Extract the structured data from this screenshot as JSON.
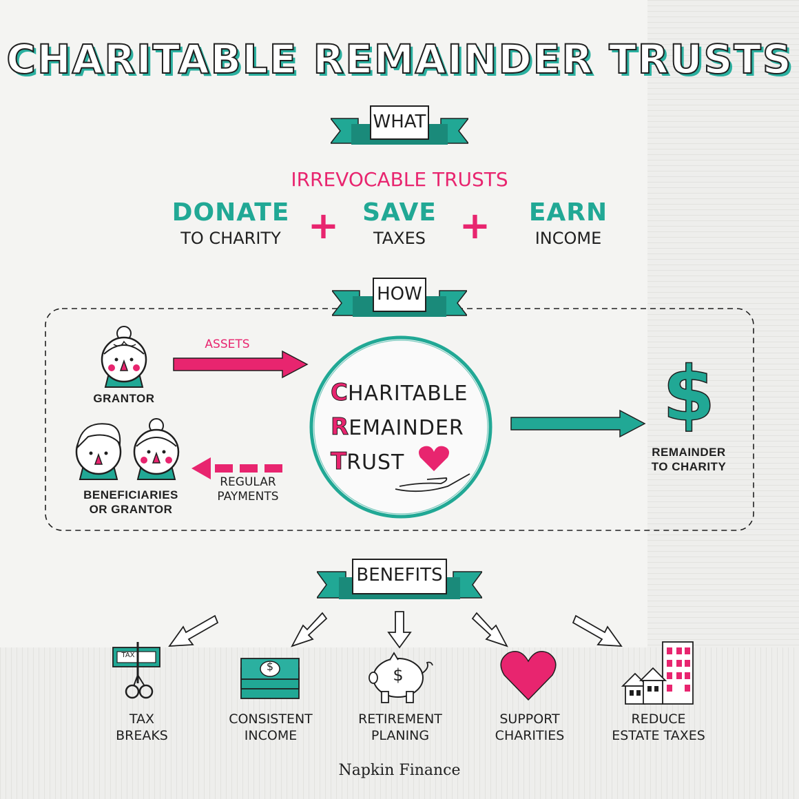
{
  "title": "CHARITABLE REMAINDER TRUSTS",
  "sections": {
    "what": "WHAT",
    "how": "HOW",
    "benefits": "BENEFITS"
  },
  "what": {
    "subtitle": "IRREVOCABLE TRUSTS",
    "items": [
      {
        "word": "DONATE",
        "sub": "TO CHARITY"
      },
      {
        "word": "SAVE",
        "sub": "TAXES"
      },
      {
        "word": "EARN",
        "sub": "INCOME"
      }
    ],
    "plus": "+"
  },
  "how": {
    "grantor": "GRANTOR",
    "assets": "ASSETS",
    "beneficiaries_line1": "BENEFICIARIES",
    "beneficiaries_line2": "OR GRANTOR",
    "payments_line1": "REGULAR",
    "payments_line2": "PAYMENTS",
    "crt": [
      {
        "cap": "C",
        "rest": "HARITABLE"
      },
      {
        "cap": "R",
        "rest": "EMAINDER"
      },
      {
        "cap": "T",
        "rest": "RUST"
      }
    ],
    "dollar": "$",
    "remainder_line1": "REMAINDER",
    "remainder_line2": "TO CHARITY"
  },
  "benefits": [
    {
      "line1": "TAX",
      "line2": "BREAKS",
      "icon": "scissors-tax-icon"
    },
    {
      "line1": "CONSISTENT",
      "line2": "INCOME",
      "icon": "money-stack-icon"
    },
    {
      "line1": "RETIREMENT",
      "line2": "PLANING",
      "icon": "piggy-bank-icon"
    },
    {
      "line1": "SUPPORT",
      "line2": "CHARITIES",
      "icon": "heart-icon"
    },
    {
      "line1": "REDUCE",
      "line2": "ESTATE TAXES",
      "icon": "buildings-icon"
    }
  ],
  "icon_text": {
    "tax_tag": "TAX",
    "dollar": "$"
  },
  "footer": "Napkin Finance",
  "colors": {
    "teal": "#21a895",
    "pink": "#e8256f",
    "ink": "#1f1f1f"
  }
}
